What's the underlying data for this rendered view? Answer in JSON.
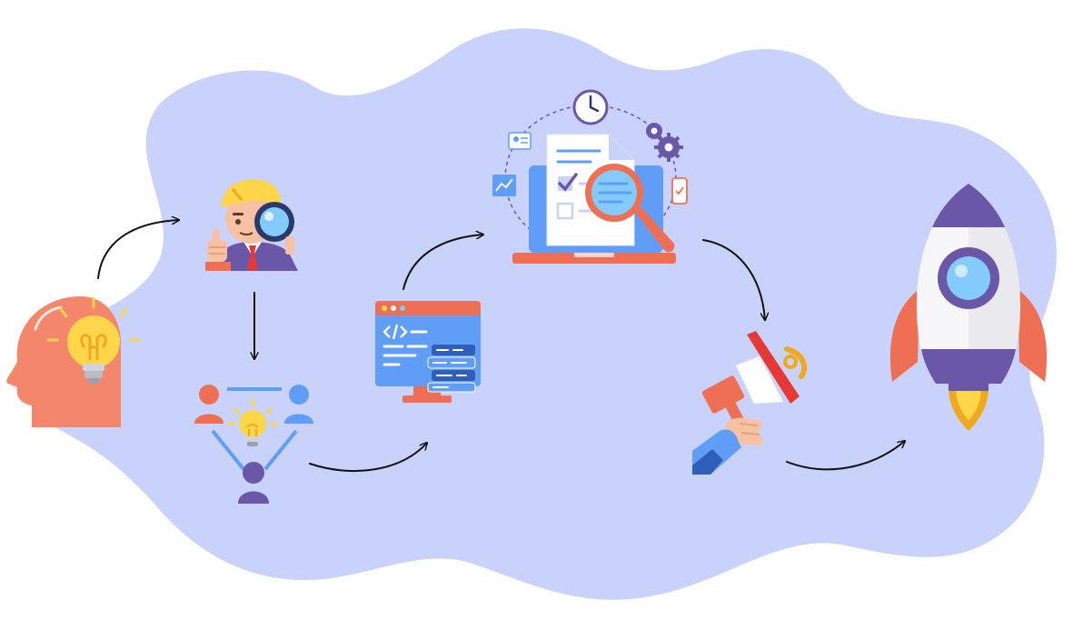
{
  "colors": {
    "background": "#ffffff",
    "blob": "#c9d2fb",
    "arrow": "#111111",
    "coral": "#f4876b",
    "salmon": "#ef6f55",
    "yellow": "#ffd54a",
    "blue": "#5f9df7",
    "light_blue": "#83cbfb",
    "purple": "#6a57a8",
    "grey": "#e9e9ee"
  },
  "diagram": {
    "steps": [
      {
        "id": "idea",
        "icon": "head-with-lightbulb-icon"
      },
      {
        "id": "research",
        "icon": "person-with-magnifier-icon"
      },
      {
        "id": "brainstorm",
        "icon": "team-idea-icon"
      },
      {
        "id": "development",
        "icon": "code-monitor-icon"
      },
      {
        "id": "testing",
        "icon": "laptop-document-review-icon"
      },
      {
        "id": "marketing",
        "icon": "megaphone-hand-icon"
      },
      {
        "id": "launch",
        "icon": "rocket-icon"
      }
    ],
    "connections": [
      {
        "from": "idea",
        "to": "research"
      },
      {
        "from": "research",
        "to": "brainstorm"
      },
      {
        "from": "brainstorm",
        "to": "development"
      },
      {
        "from": "development",
        "to": "testing"
      },
      {
        "from": "testing",
        "to": "marketing"
      },
      {
        "from": "marketing",
        "to": "launch"
      }
    ]
  }
}
